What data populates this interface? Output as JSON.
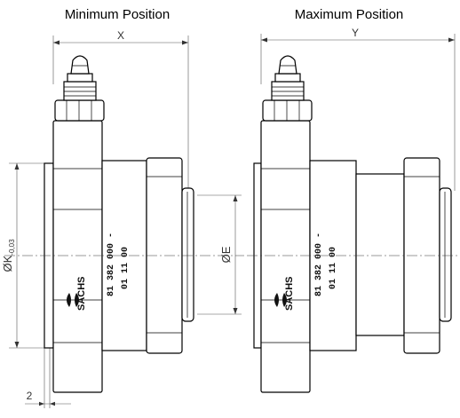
{
  "views": {
    "min": {
      "caption": "Minimum Position",
      "dim_width": "X",
      "dim_offset": "2",
      "dim_bore": "ØK",
      "dim_bore_sub": "-0,03",
      "dim_shaft": "ØE"
    },
    "max": {
      "caption": "Maximum Position",
      "dim_width": "Y"
    }
  },
  "marking": {
    "brand": "SACHS",
    "part_number": "81 382 000 -",
    "part_code": "01 11 00"
  },
  "icons": {
    "logo": "sachs-logo-icon",
    "fitting": "grease-nipple-icon"
  }
}
